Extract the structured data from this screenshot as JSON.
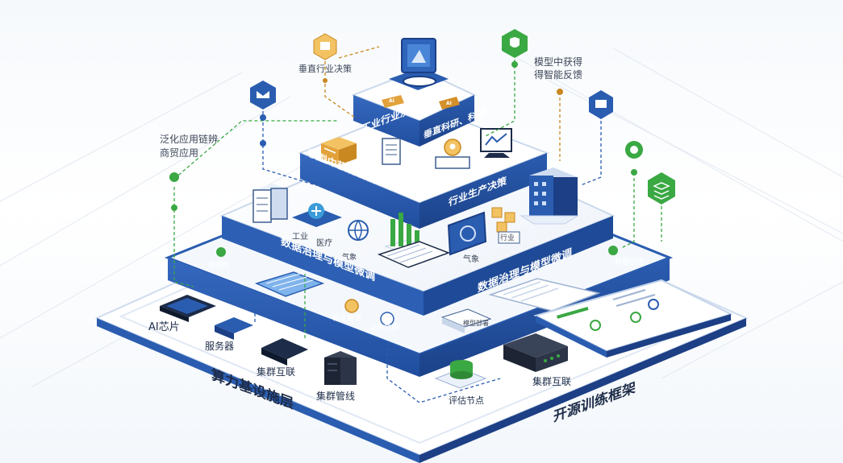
{
  "layers": {
    "top": "工业行业决策层",
    "top_right": "垂直科研、科研",
    "second_left": "模型中获得智能决策层",
    "second_right": "行业生产决策",
    "third_left": "数据治理与模型微调",
    "third_right": "数据治理与模型微调",
    "base_left": "算力基设施层",
    "base_right": "开源训练框架"
  },
  "callouts": {
    "vertical_decision": "垂直行业决策",
    "model_feedback_1": "模型中获得",
    "model_feedback_2": "得智能反馈",
    "generalized_app_1": "泛化应用链辨",
    "generalized_app_2": "商贸应用"
  },
  "middle_labels": {
    "industry": "工业",
    "medical": "医疗",
    "weather_left": "气象",
    "weather_right": "气象",
    "tag_right": "行业"
  },
  "data_labels": {
    "left_tag": "数据库",
    "right_tag": "数据治理",
    "mid_1": "标注管理",
    "mid_2": "训练节点",
    "panel": "模型部署"
  },
  "base_labels": {
    "ai_chip": "AI芯片",
    "server": "服务器",
    "cluster_interconnect": "集群互联",
    "cluster_management": "集群管线",
    "eval_node": "评估节点",
    "cluster_interconnect_right": "集群互联"
  },
  "tags": {
    "t1": "AI",
    "t2": "AI"
  },
  "colors": {
    "primary": "#2a5db0",
    "deep": "#1c3f85",
    "light": "#eaf1fb",
    "green": "#3aa843",
    "gold": "#e2a23b"
  },
  "icons": [
    "ai-chip-icon",
    "server-icon",
    "network-switch-icon",
    "server-rack-icon",
    "database-cylinder-icon",
    "brain-icon",
    "globe-icon",
    "bar-chart-icon",
    "laptop-icon",
    "monitor-icon",
    "box-icon",
    "building-icon",
    "location-pin-icon",
    "gear-icon",
    "layers-icon",
    "shield-icon",
    "cube-icon",
    "crown-icon"
  ]
}
